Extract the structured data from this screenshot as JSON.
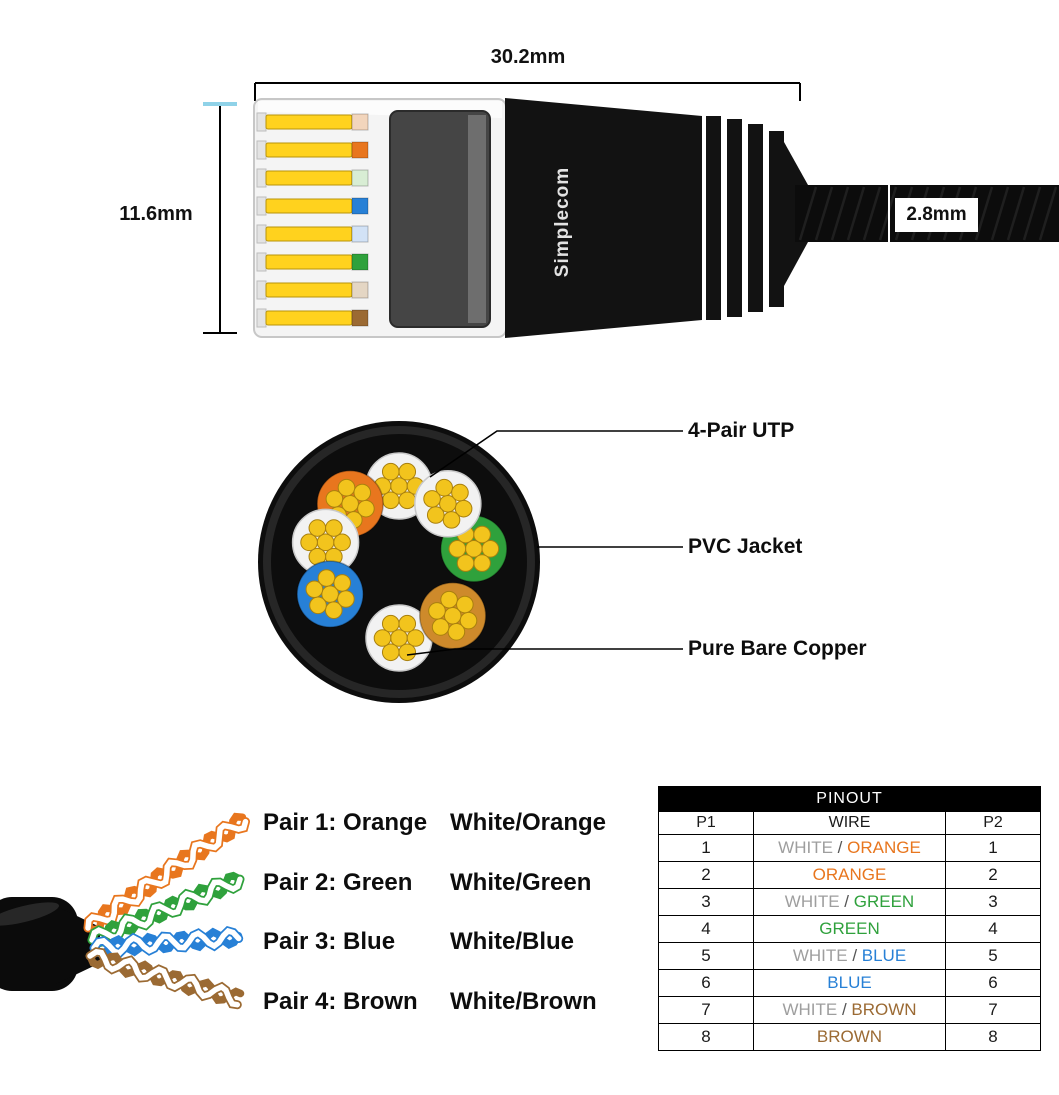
{
  "palette": {
    "orange": "#E8761E",
    "green": "#2FA13C",
    "blue": "#2780D6",
    "brown": "#9B6A33",
    "brown_wire": "#CE8A2B",
    "white_wire": "#F2F2F2",
    "gray_text": "#9E9E9E",
    "copper": "#F2C41D",
    "pin_yellow": "#FFD21E",
    "separator": "#555555"
  },
  "dimensions": {
    "width": "30.2mm",
    "height": "11.6mm",
    "cable": "2.8mm"
  },
  "connector": {
    "brand": "Simplecom"
  },
  "cross_section": {
    "callouts": [
      "4-Pair UTP",
      "PVC Jacket",
      "Pure Bare Copper"
    ],
    "wires": [
      "white",
      "orange",
      "white",
      "blue",
      "white",
      "brown",
      "green",
      "white"
    ]
  },
  "pairs": [
    {
      "label": "Pair 1: Orange",
      "alt": "White/Orange",
      "color_key": "orange"
    },
    {
      "label": "Pair 2: Green",
      "alt": "White/Green",
      "color_key": "green"
    },
    {
      "label": "Pair 3: Blue",
      "alt": "White/Blue",
      "color_key": "blue"
    },
    {
      "label": "Pair 4: Brown",
      "alt": "White/Brown",
      "color_key": "brown"
    }
  ],
  "pinout": {
    "title": "PINOUT",
    "columns": [
      "P1",
      "WIRE",
      "P2"
    ],
    "rows": [
      {
        "p1": "1",
        "parts": [
          [
            "WHITE",
            "gray_text"
          ],
          [
            "ORANGE",
            "orange"
          ]
        ],
        "p2": "1"
      },
      {
        "p1": "2",
        "parts": [
          [
            "ORANGE",
            "orange"
          ]
        ],
        "p2": "2"
      },
      {
        "p1": "3",
        "parts": [
          [
            "WHITE",
            "gray_text"
          ],
          [
            "GREEN",
            "green"
          ]
        ],
        "p2": "3"
      },
      {
        "p1": "4",
        "parts": [
          [
            "GREEN",
            "green"
          ]
        ],
        "p2": "4"
      },
      {
        "p1": "5",
        "parts": [
          [
            "WHITE",
            "gray_text"
          ],
          [
            "BLUE",
            "blue"
          ]
        ],
        "p2": "5"
      },
      {
        "p1": "6",
        "parts": [
          [
            "BLUE",
            "blue"
          ]
        ],
        "p2": "6"
      },
      {
        "p1": "7",
        "parts": [
          [
            "WHITE",
            "gray_text"
          ],
          [
            "BROWN",
            "brown"
          ]
        ],
        "p2": "7"
      },
      {
        "p1": "8",
        "parts": [
          [
            "BROWN",
            "brown"
          ]
        ],
        "p2": "8"
      }
    ]
  }
}
